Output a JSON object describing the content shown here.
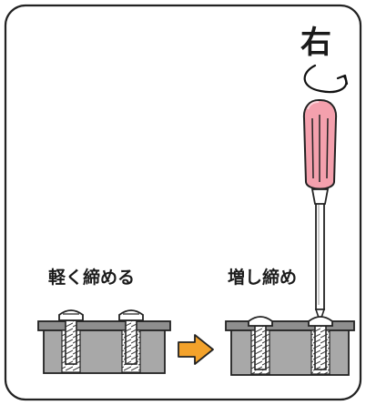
{
  "direction_label": "右",
  "left_caption": "軽く締める",
  "right_caption": "増し締め",
  "colors": {
    "frame": "#222222",
    "screwdriver_handle": "#f4a0ad",
    "arrow": "#f3a22b",
    "plate": "#8e8e8e",
    "body": "#a8a8a8"
  }
}
